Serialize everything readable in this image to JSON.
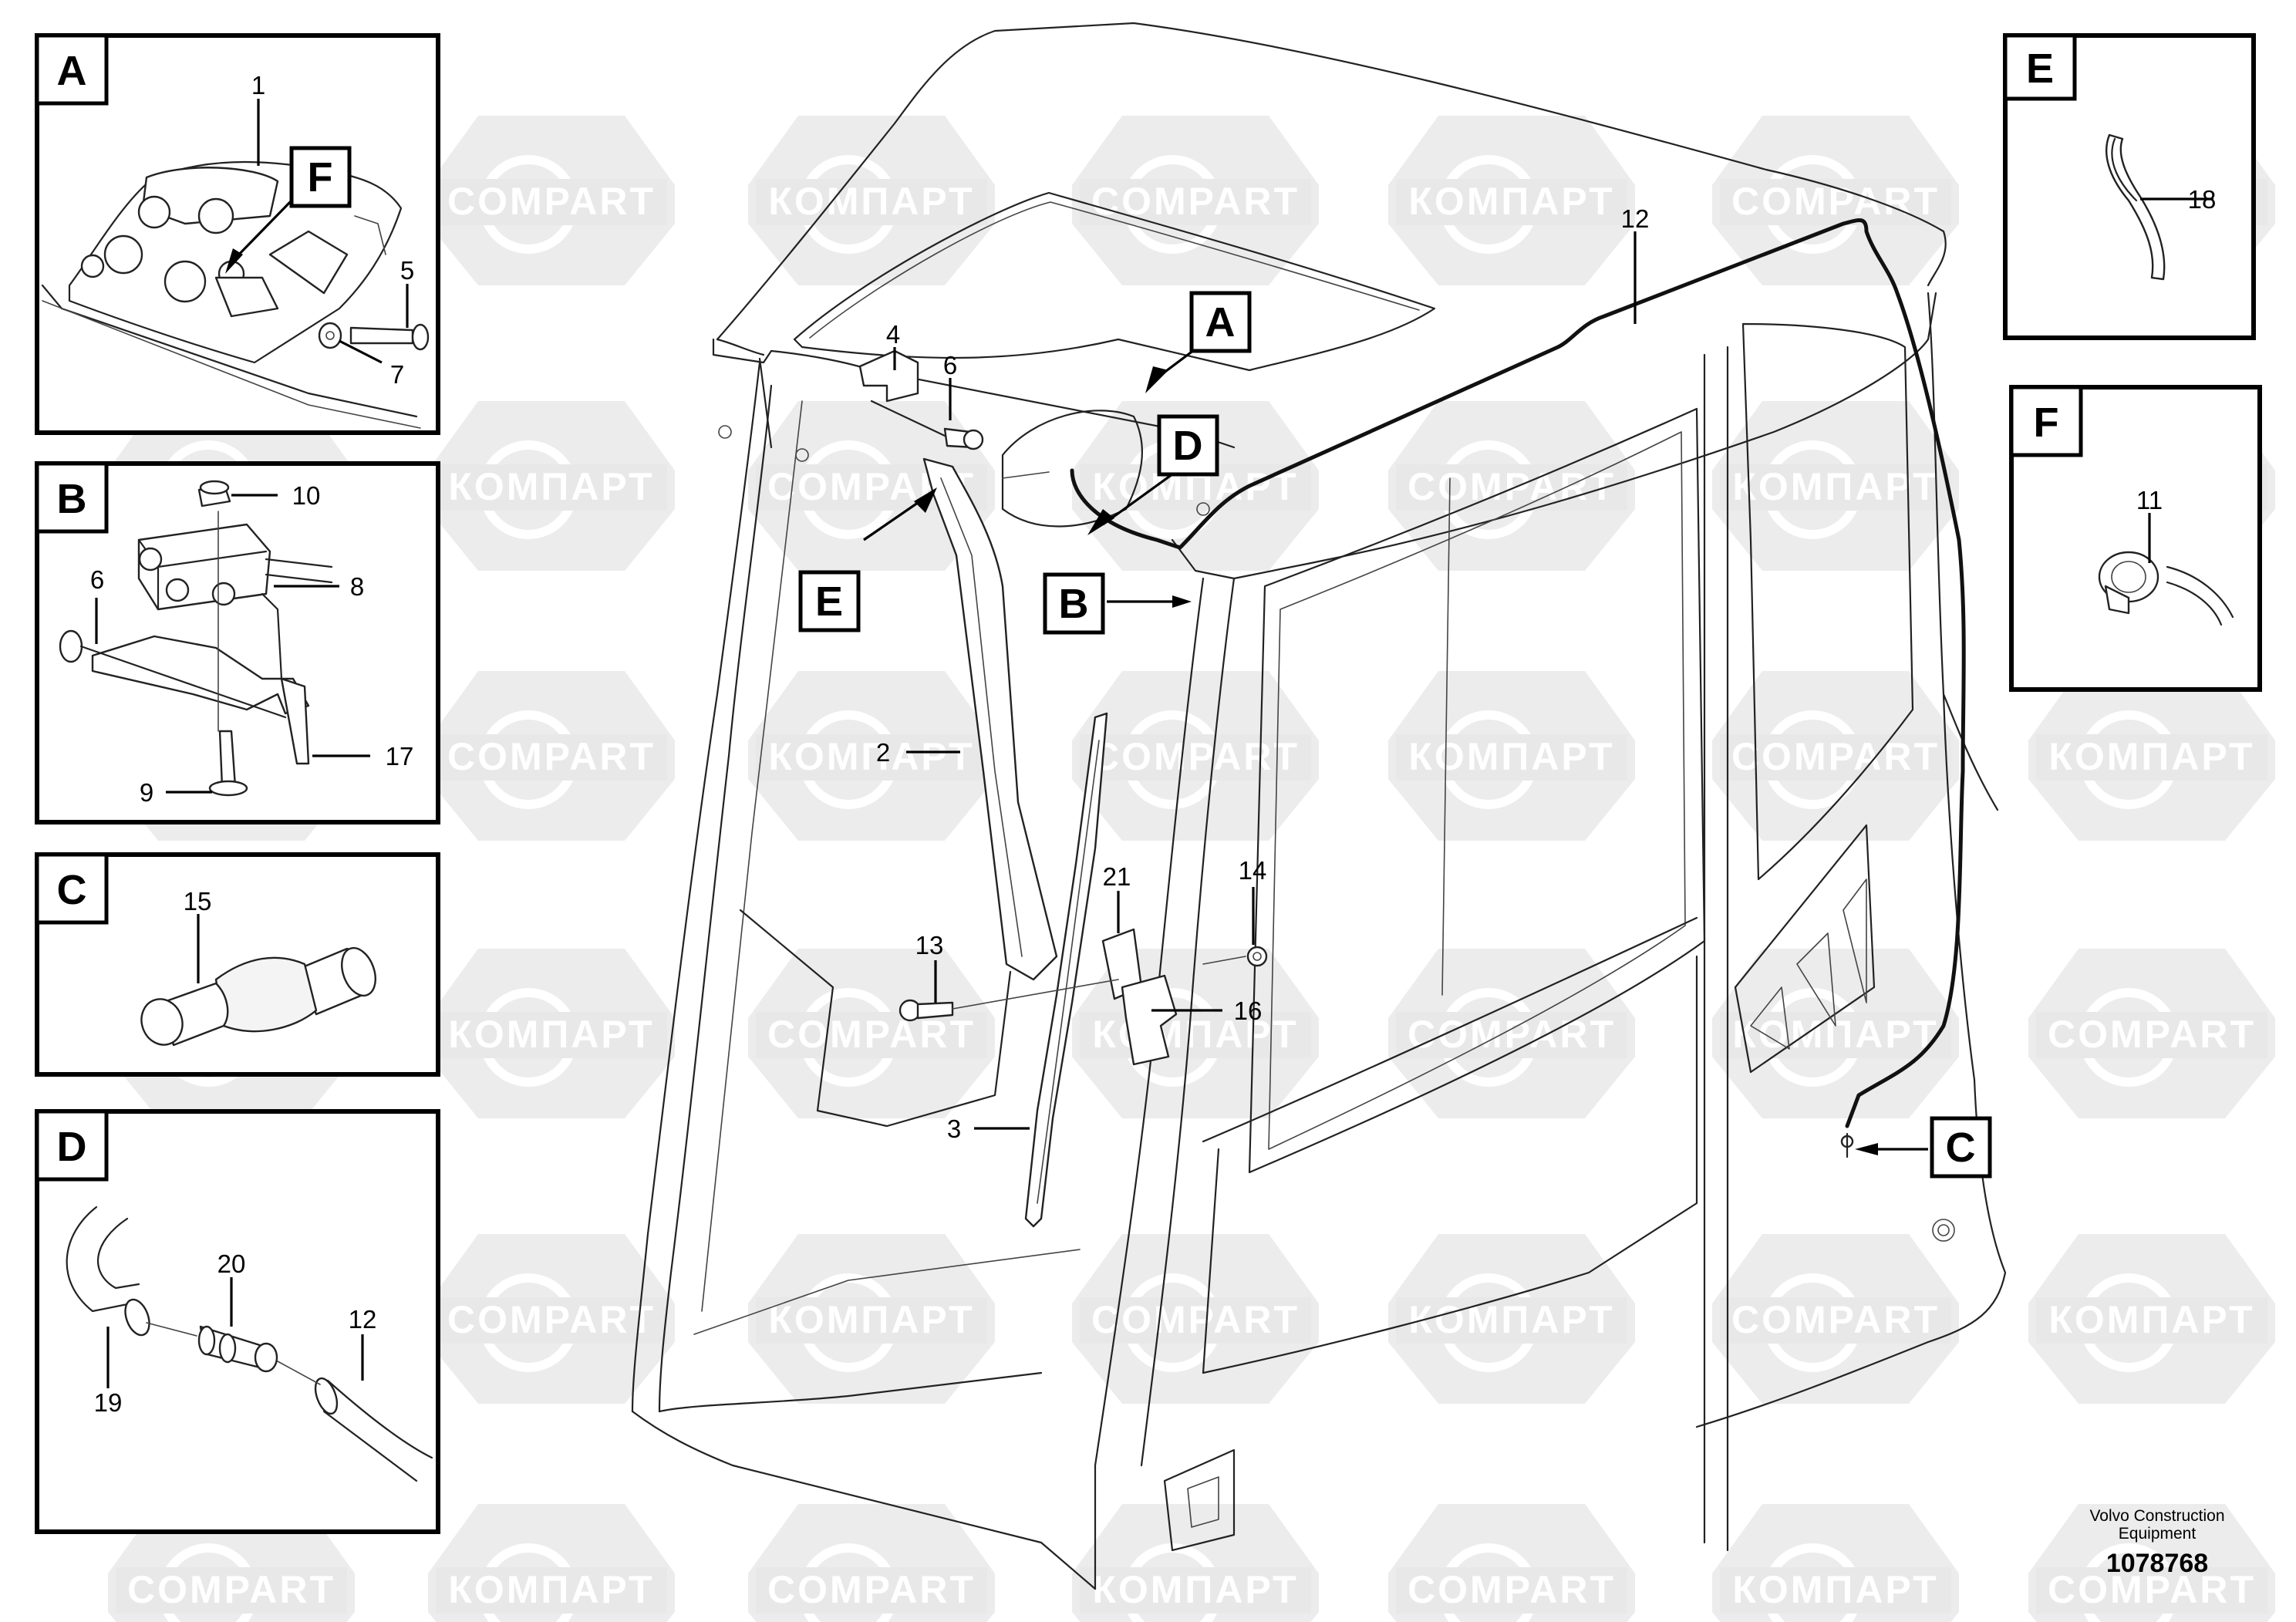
{
  "watermark": {
    "ru": "КОМПАРТ",
    "en": "COMPART"
  },
  "detail_views": {
    "A": {
      "letter": "A",
      "callouts": [
        "1",
        "5",
        "7"
      ],
      "sub_letter": "F"
    },
    "B": {
      "letter": "B",
      "callouts": [
        "10",
        "8",
        "6",
        "17",
        "9"
      ]
    },
    "C": {
      "letter": "C",
      "callouts": [
        "15"
      ]
    },
    "D": {
      "letter": "D",
      "callouts": [
        "20",
        "12",
        "19"
      ]
    },
    "E": {
      "letter": "E",
      "callouts": [
        "18"
      ]
    },
    "F": {
      "letter": "F",
      "callouts": [
        "11"
      ]
    }
  },
  "main_view": {
    "tags": [
      "A",
      "D",
      "E",
      "B",
      "C"
    ],
    "callouts": [
      "12",
      "4",
      "6",
      "2",
      "21",
      "14",
      "13",
      "16",
      "3"
    ]
  },
  "footer": {
    "company_line1": "Volvo Construction",
    "company_line2": "Equipment",
    "drawing_number": "1078768"
  }
}
